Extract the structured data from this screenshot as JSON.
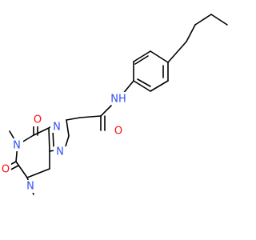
{
  "molecule": {
    "colors": {
      "carbon_bond": "#000000",
      "oxygen": "#ff0d0d",
      "nitrogen": "#3050f8",
      "background": "#ffffff"
    },
    "atom_labels": {
      "amide_nh": "NH",
      "amide_o": "O",
      "upper_carbonyl_o": "O",
      "lower_carbonyl_o": "O",
      "n1": "N",
      "n3": "N",
      "n7": "N",
      "n9": "N"
    }
  }
}
